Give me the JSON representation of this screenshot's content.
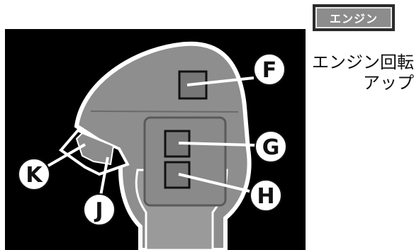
{
  "badge": {
    "label": "エンジン"
  },
  "callouts": {
    "f": "F",
    "g": "G",
    "h": "H",
    "j": "J",
    "k": "K"
  },
  "annotation": {
    "line1": "エンジン回転",
    "line2": "アップ"
  }
}
